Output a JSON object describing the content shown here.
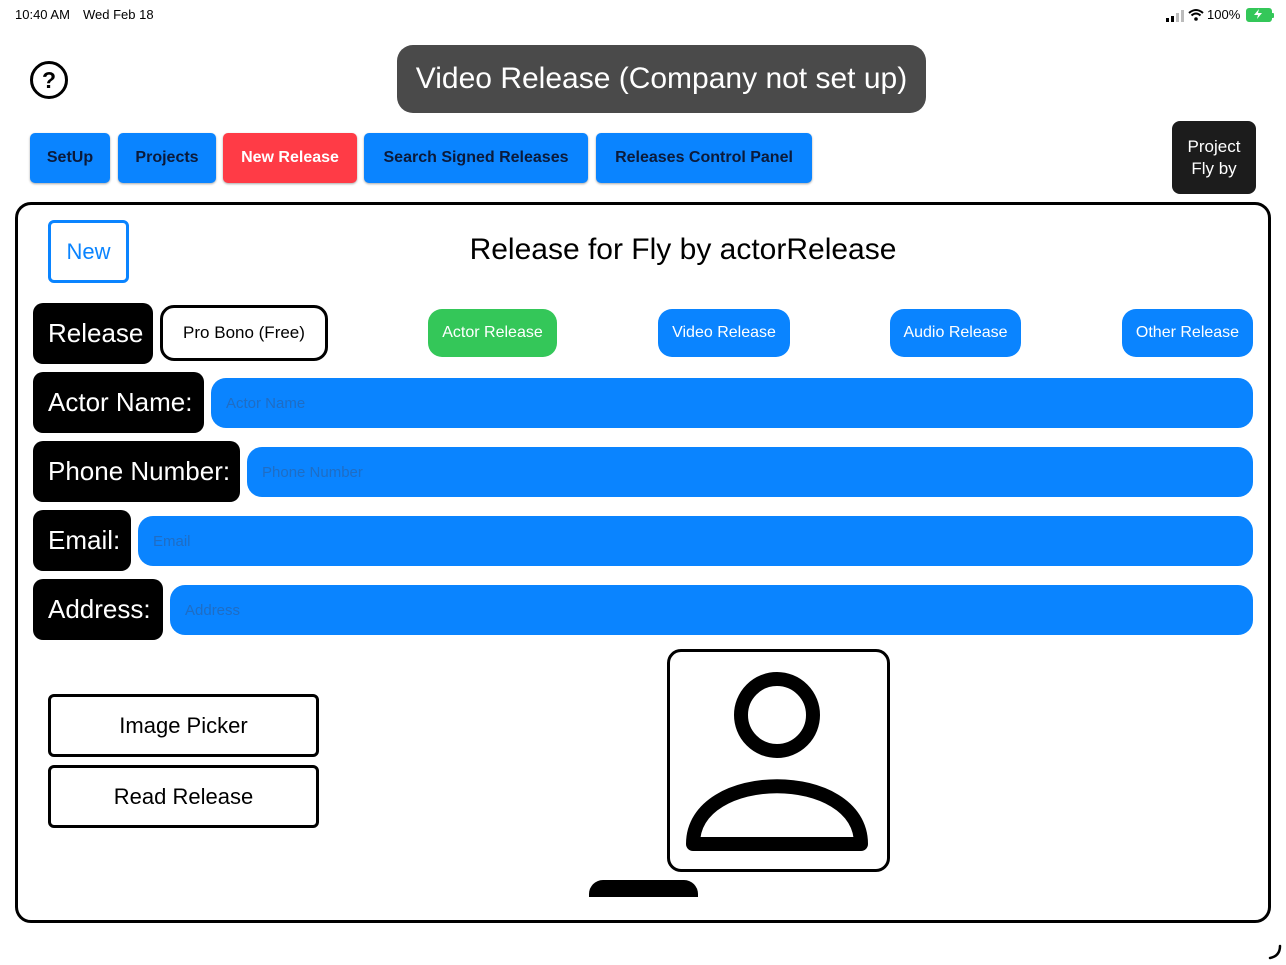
{
  "status_bar": {
    "time": "10:40 AM",
    "date": "Wed Feb 18",
    "battery": "100%",
    "icons": [
      "cellular-signal-icon",
      "wifi-icon",
      "battery-charging-icon"
    ]
  },
  "header": {
    "help_icon": "question-mark-circle-icon",
    "title": "Video Release (Company not set up)"
  },
  "nav": {
    "setup": "SetUp",
    "projects": "Projects",
    "new_release": "New Release",
    "search_signed": "Search Signed Releases",
    "control_panel": "Releases Control Panel",
    "active": "New Release"
  },
  "project_box": {
    "line1": "Project",
    "line2": "Fly by"
  },
  "form": {
    "new_button": "New",
    "title": "Release for Fly by actorRelease",
    "release_label": "Release",
    "release_type_value": "Pro Bono (Free)",
    "release_types": {
      "actor": "Actor Release",
      "video": "Video Release",
      "audio": "Audio Release",
      "other": "Other Release"
    },
    "selected_type": "Actor Release",
    "fields": {
      "actor_name_label": "Actor Name:",
      "actor_name_placeholder": "Actor Name",
      "phone_label": "Phone Number:",
      "phone_placeholder": "Phone Number",
      "email_label": "Email:",
      "email_placeholder": "Email",
      "address_label": "Address:",
      "address_placeholder": "Address"
    },
    "image_picker": "Image Picker",
    "read_release": "Read Release",
    "avatar_icon": "person-placeholder-icon"
  },
  "colors": {
    "accent_blue": "#0a84ff",
    "active_red": "#ff3b46",
    "selected_green": "#34c759",
    "title_gray": "#4a4a4a"
  }
}
